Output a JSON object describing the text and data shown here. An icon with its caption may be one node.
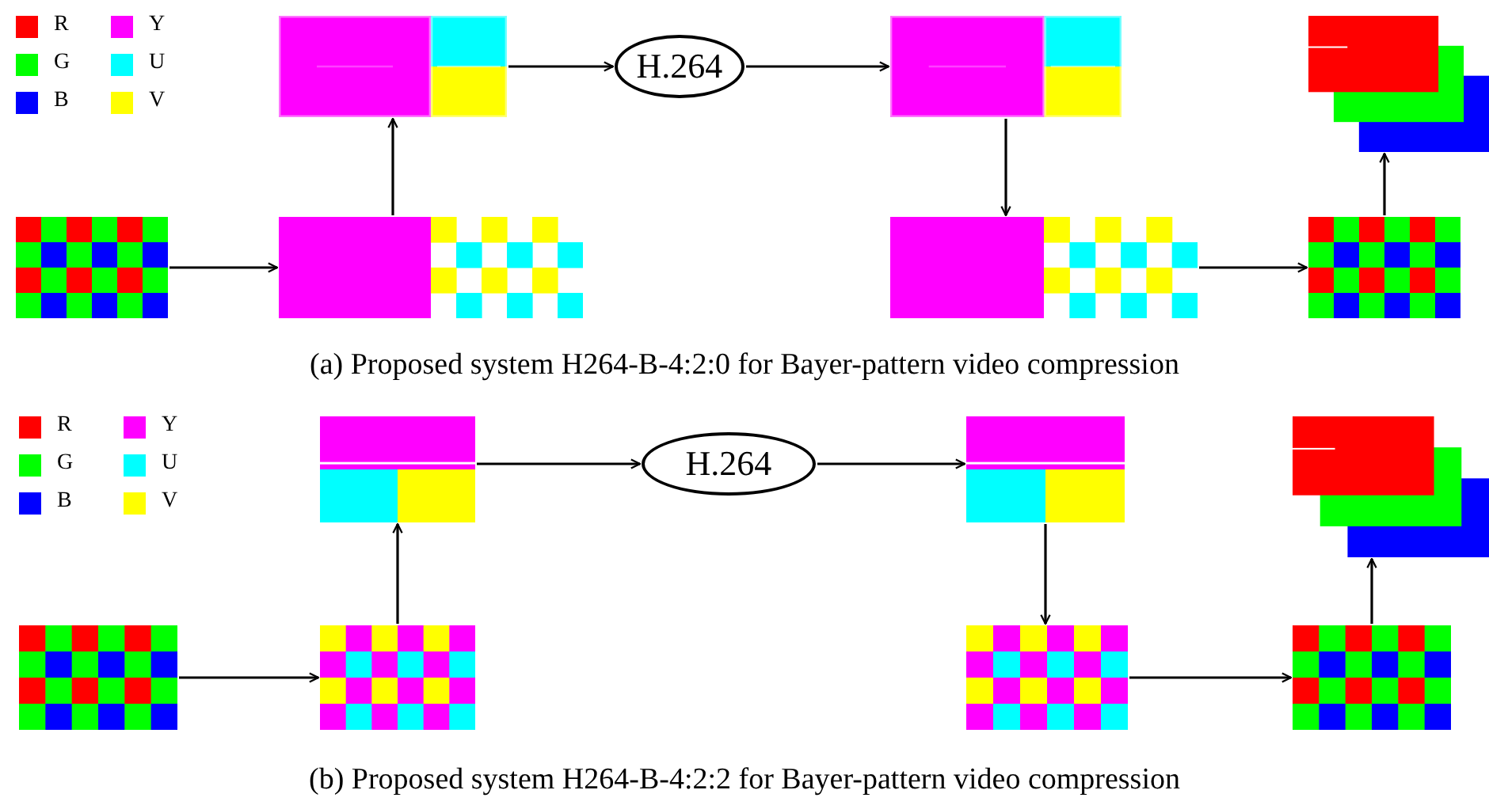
{
  "diagram": {
    "nodes": [
      {
        "text": [],
        "shape": "picture"
      },
      {
        "text": [],
        "shape": "picture"
      },
      {
        "text": [],
        "shape": "picture"
      },
      {
        "text": [
          "H.264"
        ]
      },
      {
        "text": [],
        "shape": "picture"
      },
      {
        "text": [],
        "shape": "picture"
      },
      {
        "text": [],
        "shape": "picture"
      },
      {
        "text": [],
        "shape": "picture"
      },
      {
        "text": [],
        "shape": "picture"
      },
      {
        "text": [],
        "shape": "picture"
      },
      {
        "text": [],
        "shape": "picture"
      },
      {
        "text": [
          "H.264"
        ]
      },
      {
        "text": [],
        "shape": "picture"
      },
      {
        "text": [],
        "shape": "picture"
      },
      {
        "text": [],
        "shape": "picture"
      },
      {
        "text": [],
        "shape": "picture"
      }
    ],
    "edges": [
      {
        "from": 0,
        "to": 1,
        "arrow": "to"
      },
      {
        "from": 1,
        "to": 2,
        "arrow": "to"
      },
      {
        "from": 2,
        "to": 3,
        "arrow": "to"
      },
      {
        "from": 3,
        "to": 4,
        "arrow": "to"
      },
      {
        "from": 4,
        "to": 5,
        "arrow": "to"
      },
      {
        "from": 5,
        "to": 6,
        "arrow": "to"
      },
      {
        "from": 6,
        "to": 7,
        "arrow": "to"
      },
      {
        "from": 8,
        "to": 9,
        "arrow": "to"
      },
      {
        "from": 9,
        "to": 10,
        "arrow": "to"
      },
      {
        "from": 10,
        "to": 11,
        "arrow": "to"
      },
      {
        "from": 11,
        "to": 12,
        "arrow": "to"
      },
      {
        "from": 12,
        "to": 13,
        "arrow": "to"
      },
      {
        "from": 13,
        "to": 14,
        "arrow": "to"
      },
      {
        "from": 14,
        "to": 15,
        "arrow": "to"
      }
    ],
    "labels": [
      "(a) Proposed system H264-B-4:2:0 for Bayer-pattern video compression",
      "(b) Proposed system H264-B-4:2:2 for Bayer-pattern video compression"
    ],
    "legend": [
      {
        "text": "R",
        "color": "#ff0000"
      },
      {
        "text": "G",
        "color": "#00ff00"
      },
      {
        "text": "B",
        "color": "#0000ff"
      },
      {
        "text": "Y",
        "color": "#ff00ff"
      },
      {
        "text": "U",
        "color": "#00ffff"
      },
      {
        "text": "V",
        "color": "#ffff00"
      },
      {
        "text": "R",
        "color": "#ff0000"
      },
      {
        "text": "G",
        "color": "#00ff00"
      },
      {
        "text": "B",
        "color": "#0000ff"
      },
      {
        "text": "Y",
        "color": "#ff00ff"
      },
      {
        "text": "U",
        "color": "#00ffff"
      },
      {
        "text": "V",
        "color": "#ffff00"
      }
    ]
  }
}
